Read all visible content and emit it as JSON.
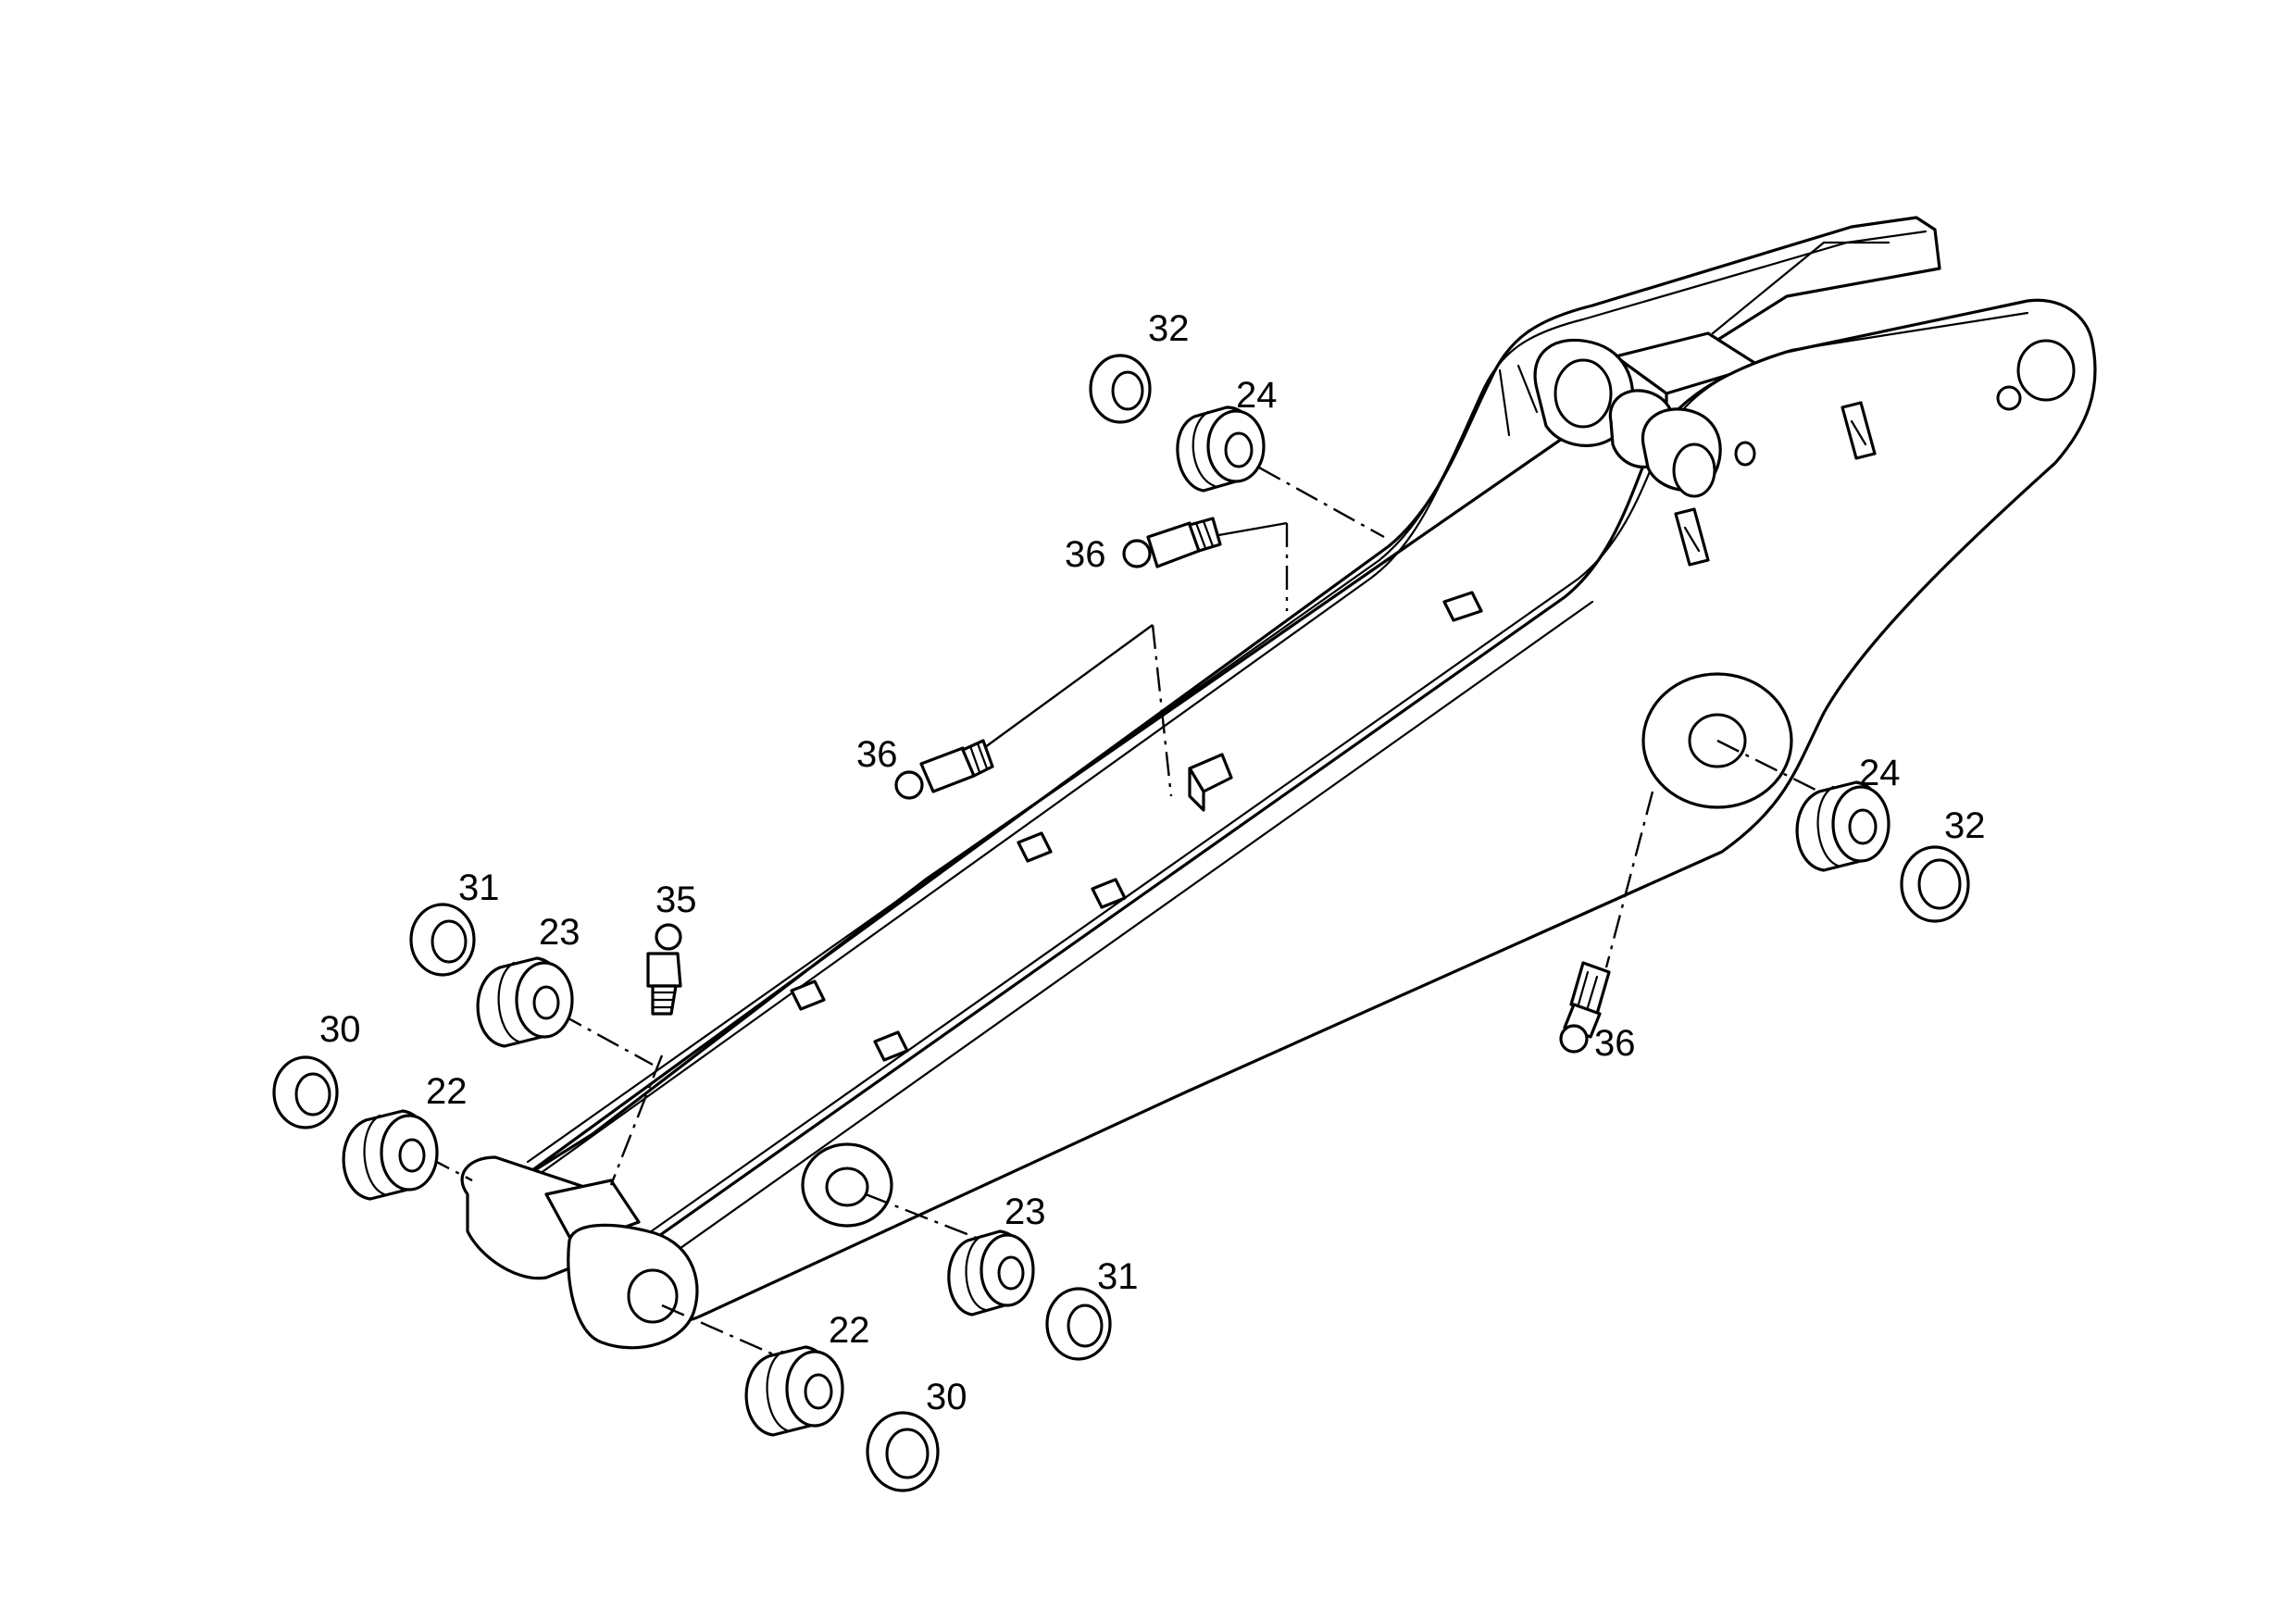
{
  "diagram": {
    "labels": [
      {
        "id": "l32a",
        "text": "32"
      },
      {
        "id": "l24a",
        "text": "24"
      },
      {
        "id": "l36a",
        "text": "36"
      },
      {
        "id": "l36b",
        "text": "36"
      },
      {
        "id": "l24b",
        "text": "24"
      },
      {
        "id": "l32b",
        "text": "32"
      },
      {
        "id": "l31a",
        "text": "31"
      },
      {
        "id": "l23a",
        "text": "23"
      },
      {
        "id": "l35",
        "text": "35"
      },
      {
        "id": "l30a",
        "text": "30"
      },
      {
        "id": "l22a",
        "text": "22"
      },
      {
        "id": "l36c",
        "text": "36"
      },
      {
        "id": "l23b",
        "text": "23"
      },
      {
        "id": "l31b",
        "text": "31"
      },
      {
        "id": "l22b",
        "text": "22"
      },
      {
        "id": "l30b",
        "text": "30"
      }
    ]
  },
  "colors": {
    "ink": "#000000",
    "paper": "#ffffff"
  }
}
